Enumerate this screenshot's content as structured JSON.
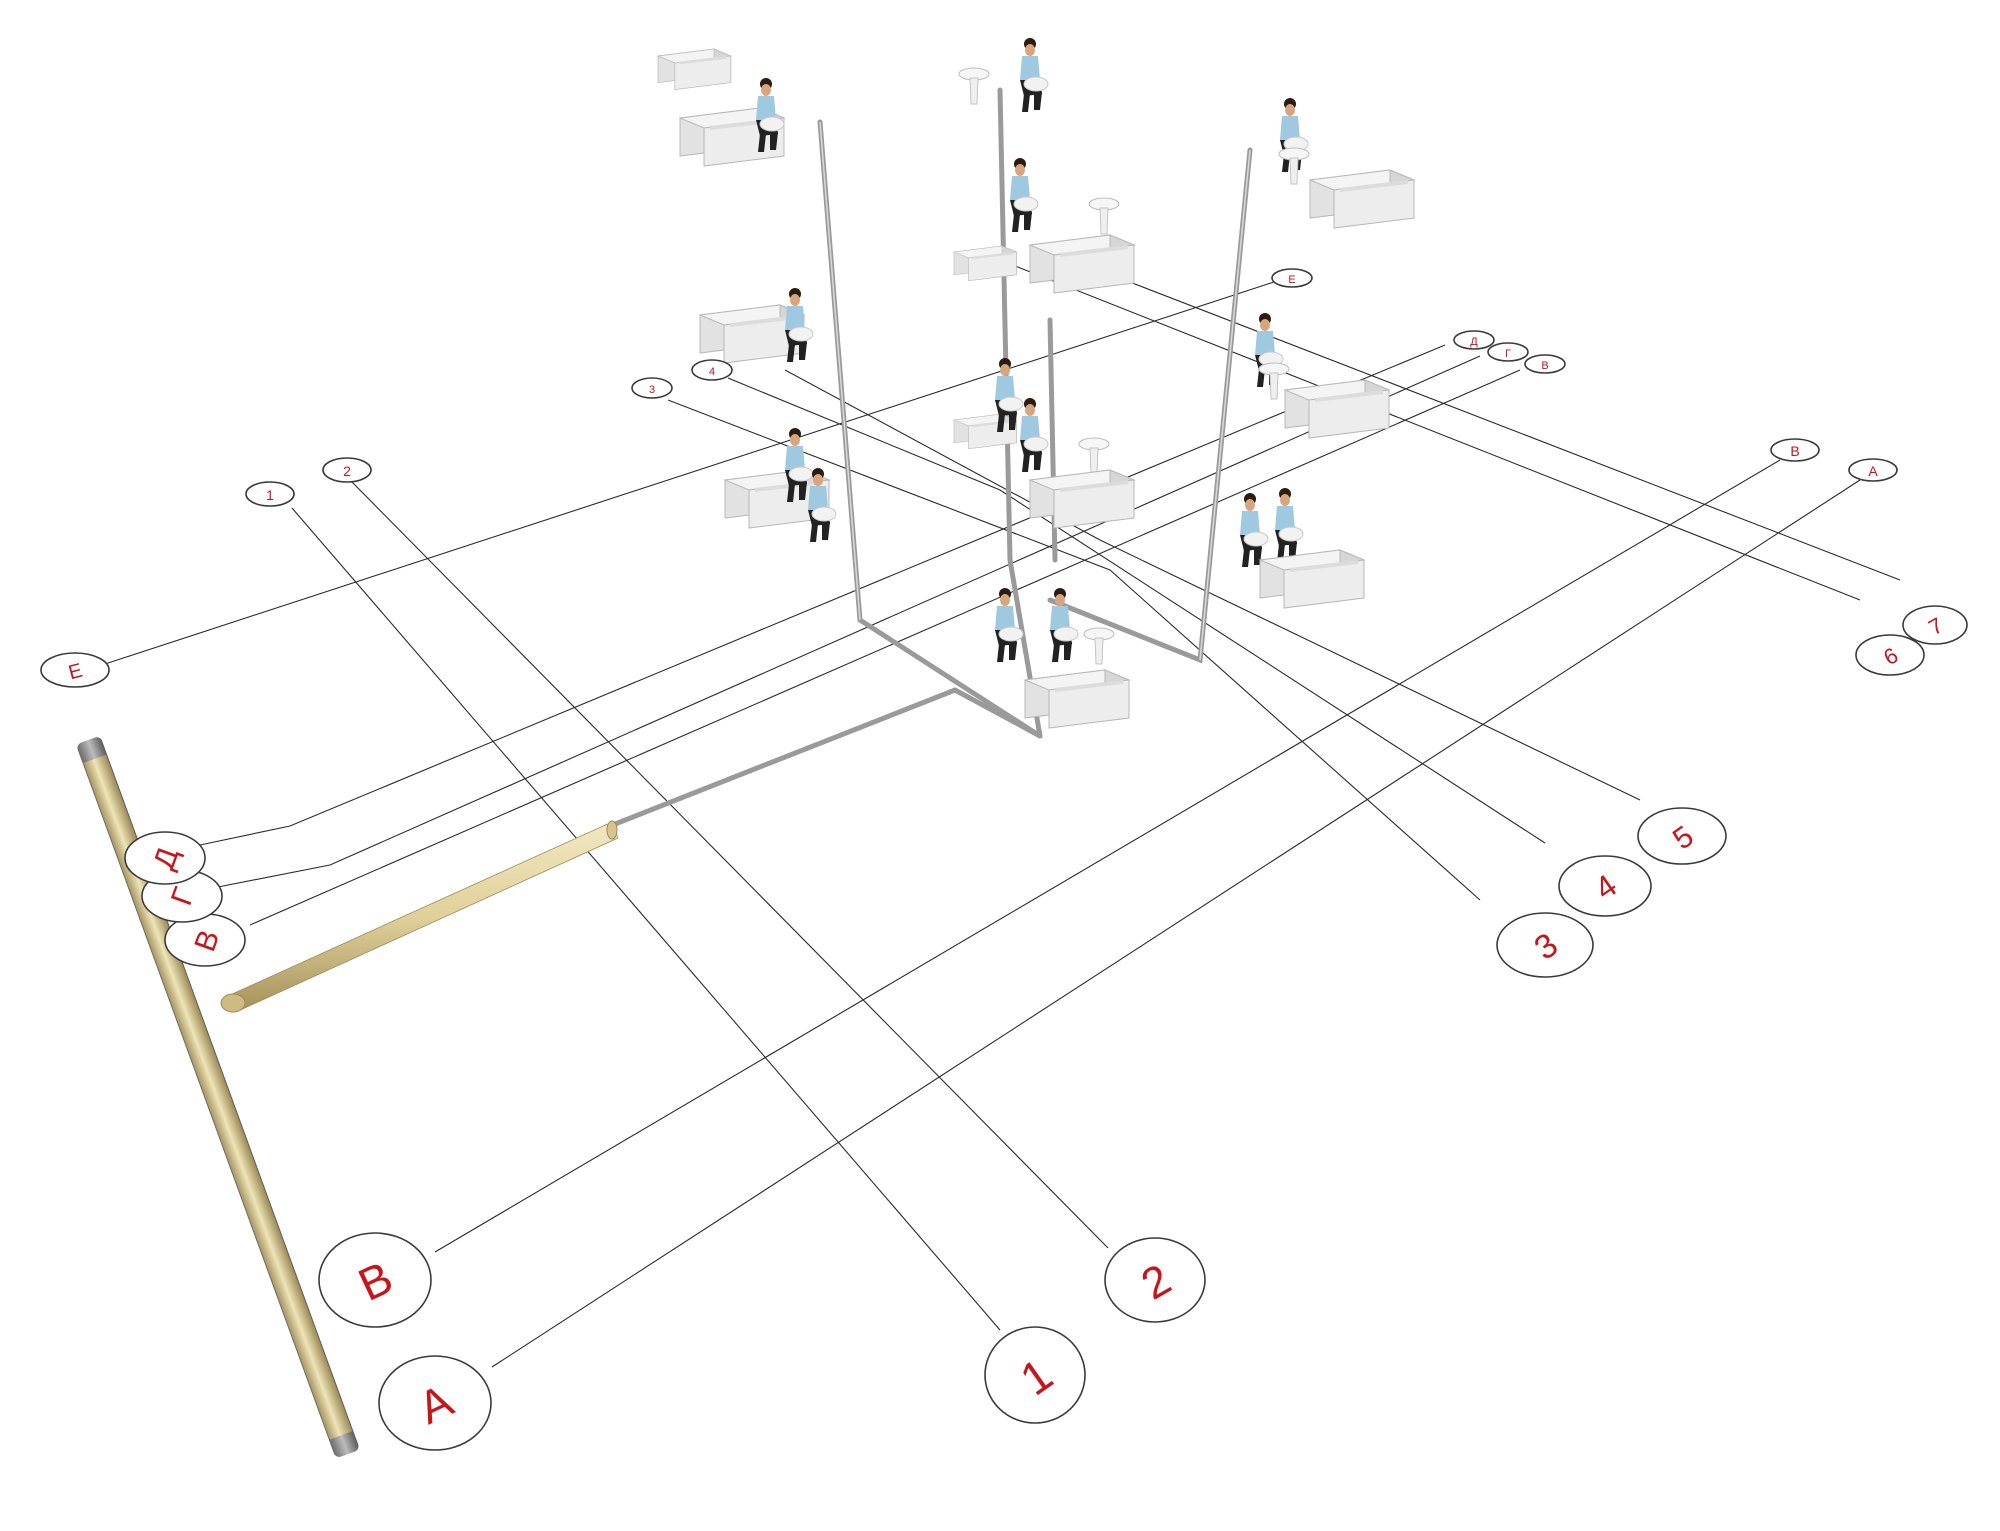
{
  "axes": {
    "letters": [
      {
        "id": "A-main",
        "label": "А"
      },
      {
        "id": "V-main",
        "label": "В"
      },
      {
        "id": "V-small",
        "label": "В"
      },
      {
        "id": "G-small",
        "label": "Г"
      },
      {
        "id": "D-small",
        "label": "Д"
      },
      {
        "id": "E-left",
        "label": "Е"
      },
      {
        "id": "E-top",
        "label": "Е"
      },
      {
        "id": "D-top",
        "label": "Д"
      },
      {
        "id": "G-top",
        "label": "Г"
      },
      {
        "id": "V-top",
        "label": "В"
      },
      {
        "id": "V-right",
        "label": "В"
      },
      {
        "id": "A-right",
        "label": "А"
      }
    ],
    "numbers": [
      {
        "id": "n1-big",
        "label": "1"
      },
      {
        "id": "n2-big",
        "label": "2"
      },
      {
        "id": "n3-big",
        "label": "3"
      },
      {
        "id": "n4-big",
        "label": "4"
      },
      {
        "id": "n5-big",
        "label": "5"
      },
      {
        "id": "n6-big",
        "label": "6"
      },
      {
        "id": "n7-big",
        "label": "7"
      },
      {
        "id": "n1-top",
        "label": "1"
      },
      {
        "id": "n2-top",
        "label": "2"
      },
      {
        "id": "n3-top",
        "label": "3"
      },
      {
        "id": "n4-top",
        "label": "4"
      }
    ]
  },
  "colors": {
    "label_red": "#c8141a",
    "main_pipe": "#e3d6a2",
    "riser": "#9a9a9a"
  }
}
